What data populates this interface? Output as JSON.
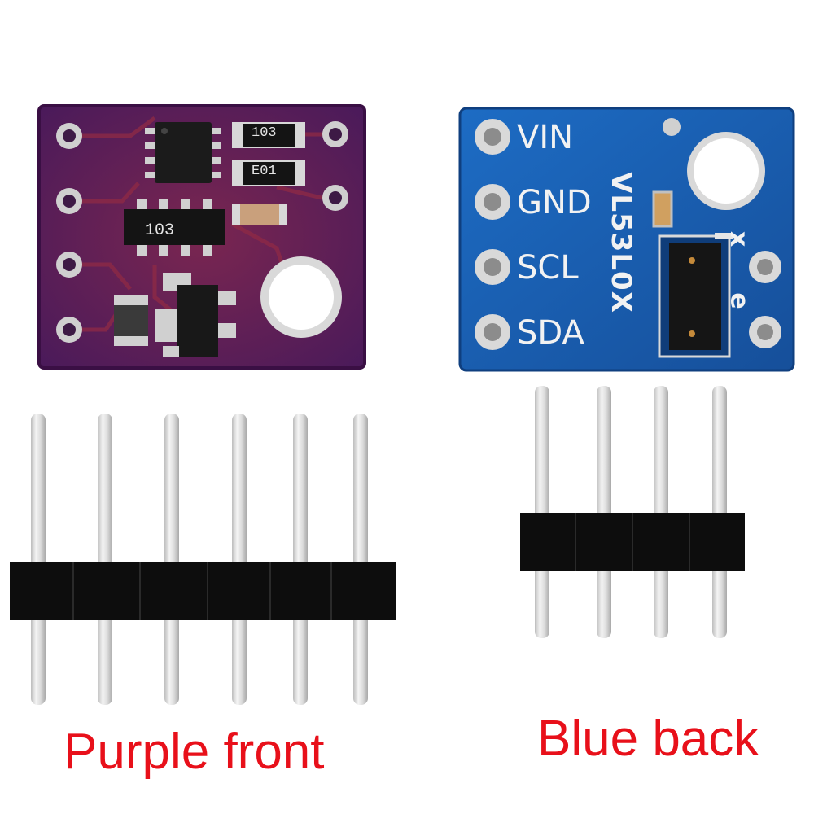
{
  "captions": {
    "left": "Purple front",
    "right": "Blue back"
  },
  "purple_board": {
    "resistor_top": "103",
    "resistor_mid": "E01",
    "resistor_array": "103"
  },
  "blue_board": {
    "pins": [
      "VIN",
      "GND",
      "SCL",
      "SDA"
    ],
    "chip_marking": "VL53L0X",
    "axis_x": "x",
    "axis_e": "e"
  },
  "colors": {
    "purple_pcb": "#5b1e5e",
    "blue_pcb": "#1a5fb4",
    "caption_red": "#e8101a",
    "pin_silver": "#e9e9e9",
    "header_black": "#0d0d0d"
  }
}
